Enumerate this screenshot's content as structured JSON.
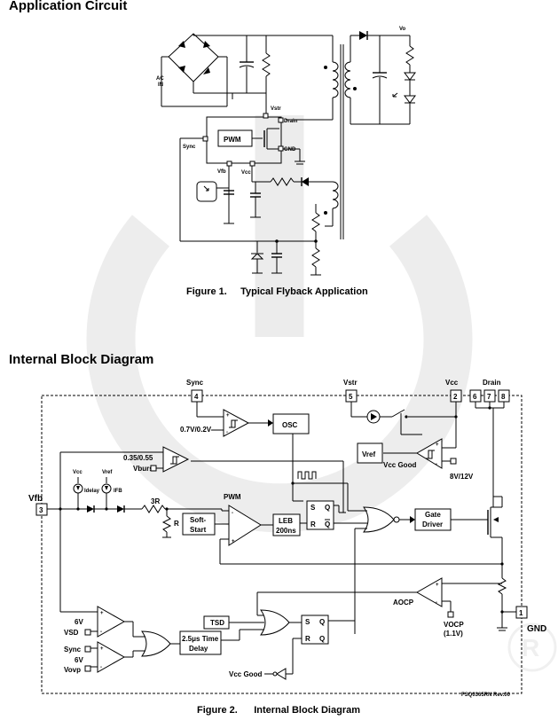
{
  "titles": {
    "application_circuit": "Application Circuit",
    "internal_block_diagram": "Internal Block Diagram"
  },
  "figure1": {
    "caption_num": "Figure 1.",
    "caption_text": "Typical Flyback Application",
    "labels": {
      "ac": "AC",
      "in": "IN",
      "vo": "Vo",
      "vstr": "Vstr",
      "drain": "Drain",
      "pwm": "PWM",
      "sync": "Sync",
      "gnd": "GND",
      "vfb": "Vfb",
      "vcc": "Vcc"
    }
  },
  "figure2": {
    "caption_num": "Figure 2.",
    "caption_text": "Internal Block Diagram",
    "revision": "FSQ0365RN Rev.00",
    "pins": {
      "sync": "Sync",
      "sync_num": "4",
      "vstr": "Vstr",
      "vstr_num": "5",
      "vcc": "Vcc",
      "vcc_num": "2",
      "drain": "Drain",
      "drain_num_a": "6",
      "drain_num_b": "7",
      "drain_num_c": "8",
      "vfb": "Vfb",
      "vfb_num": "3",
      "gnd": "GND",
      "gnd_num": "1"
    },
    "labels": {
      "v_thresh": "0.7V/0.2V",
      "osc": "OSC",
      "v_burst_level": "0.35/0.55",
      "v_burst": "Vburst",
      "vref": "Vref",
      "vcc_good": "Vcc Good",
      "uvlo": "8V/12V",
      "vcc_small": "Vcc",
      "vref_small": "Vref",
      "idelay": "Idelay",
      "ifb": "IFB",
      "r3": "3R",
      "r": "R",
      "pwm": "PWM",
      "soft_start": [
        "Soft-",
        "Start"
      ],
      "leb": [
        "LEB",
        "200ns"
      ],
      "gate_driver": [
        "Gate",
        "Driver"
      ],
      "aocp": "AOCP",
      "vocp": "VOCP",
      "vocp_val": "(1.1V)",
      "tsd": "TSD",
      "v6_a": "6V",
      "vsd": "VSD",
      "sync_lbl": "Sync",
      "v6_b": "6V",
      "vovp": "Vovp",
      "time_delay": [
        "2.5μs Time",
        "Delay"
      ],
      "vcc_good_bottom": "Vcc Good",
      "s": "S",
      "r_ff": "R",
      "q": "Q",
      "qbar": "Q"
    }
  }
}
